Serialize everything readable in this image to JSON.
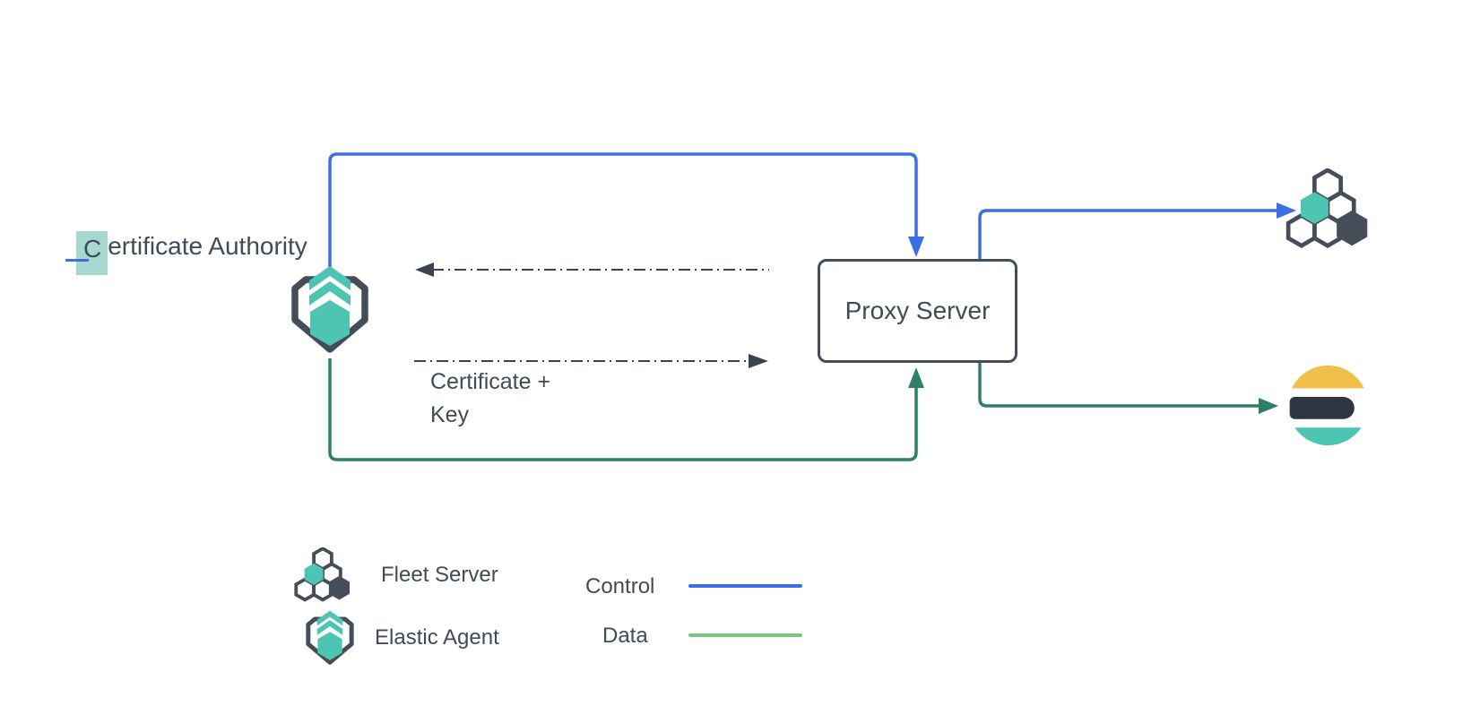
{
  "diagram_title": "Certificate Authority / Proxy Server fleet architecture diagram",
  "colors": {
    "background": "#ffffff",
    "blue_control": "#3d6ee3",
    "green_data_dark": "#2e7f6a",
    "green_data_legend": "#7cc67c",
    "dark_slate": "#454d59",
    "darker_slate": "#2f3642",
    "teal": "#4ec4b3",
    "yellow": "#f0c04a",
    "text": "#414b58",
    "selection_highlight": "#a7d8d0",
    "dashed_line": "#39424e"
  },
  "nodes": {
    "certificate_authority": {
      "label": "Certificate Authority",
      "label_selected_part": "C",
      "label_rest": "ertificate Authority",
      "icon": "elastic-agent-icon"
    },
    "proxy_server": {
      "label": "Proxy Server"
    },
    "fleet_server": {
      "icon": "fleet-server-icon"
    },
    "elasticsearch": {
      "icon": "elasticsearch-logo"
    }
  },
  "edge_labels": {
    "certificate_key": "Certificate +\nKey"
  },
  "legend": {
    "items": [
      {
        "icon": "fleet-server-icon",
        "label": "Fleet Server"
      },
      {
        "icon": "elastic-agent-icon",
        "label": "Elastic Agent"
      }
    ],
    "lines": [
      {
        "label": "Control",
        "color": "#3d6ee3"
      },
      {
        "label": "Data",
        "color": "#7cc67c"
      }
    ]
  }
}
